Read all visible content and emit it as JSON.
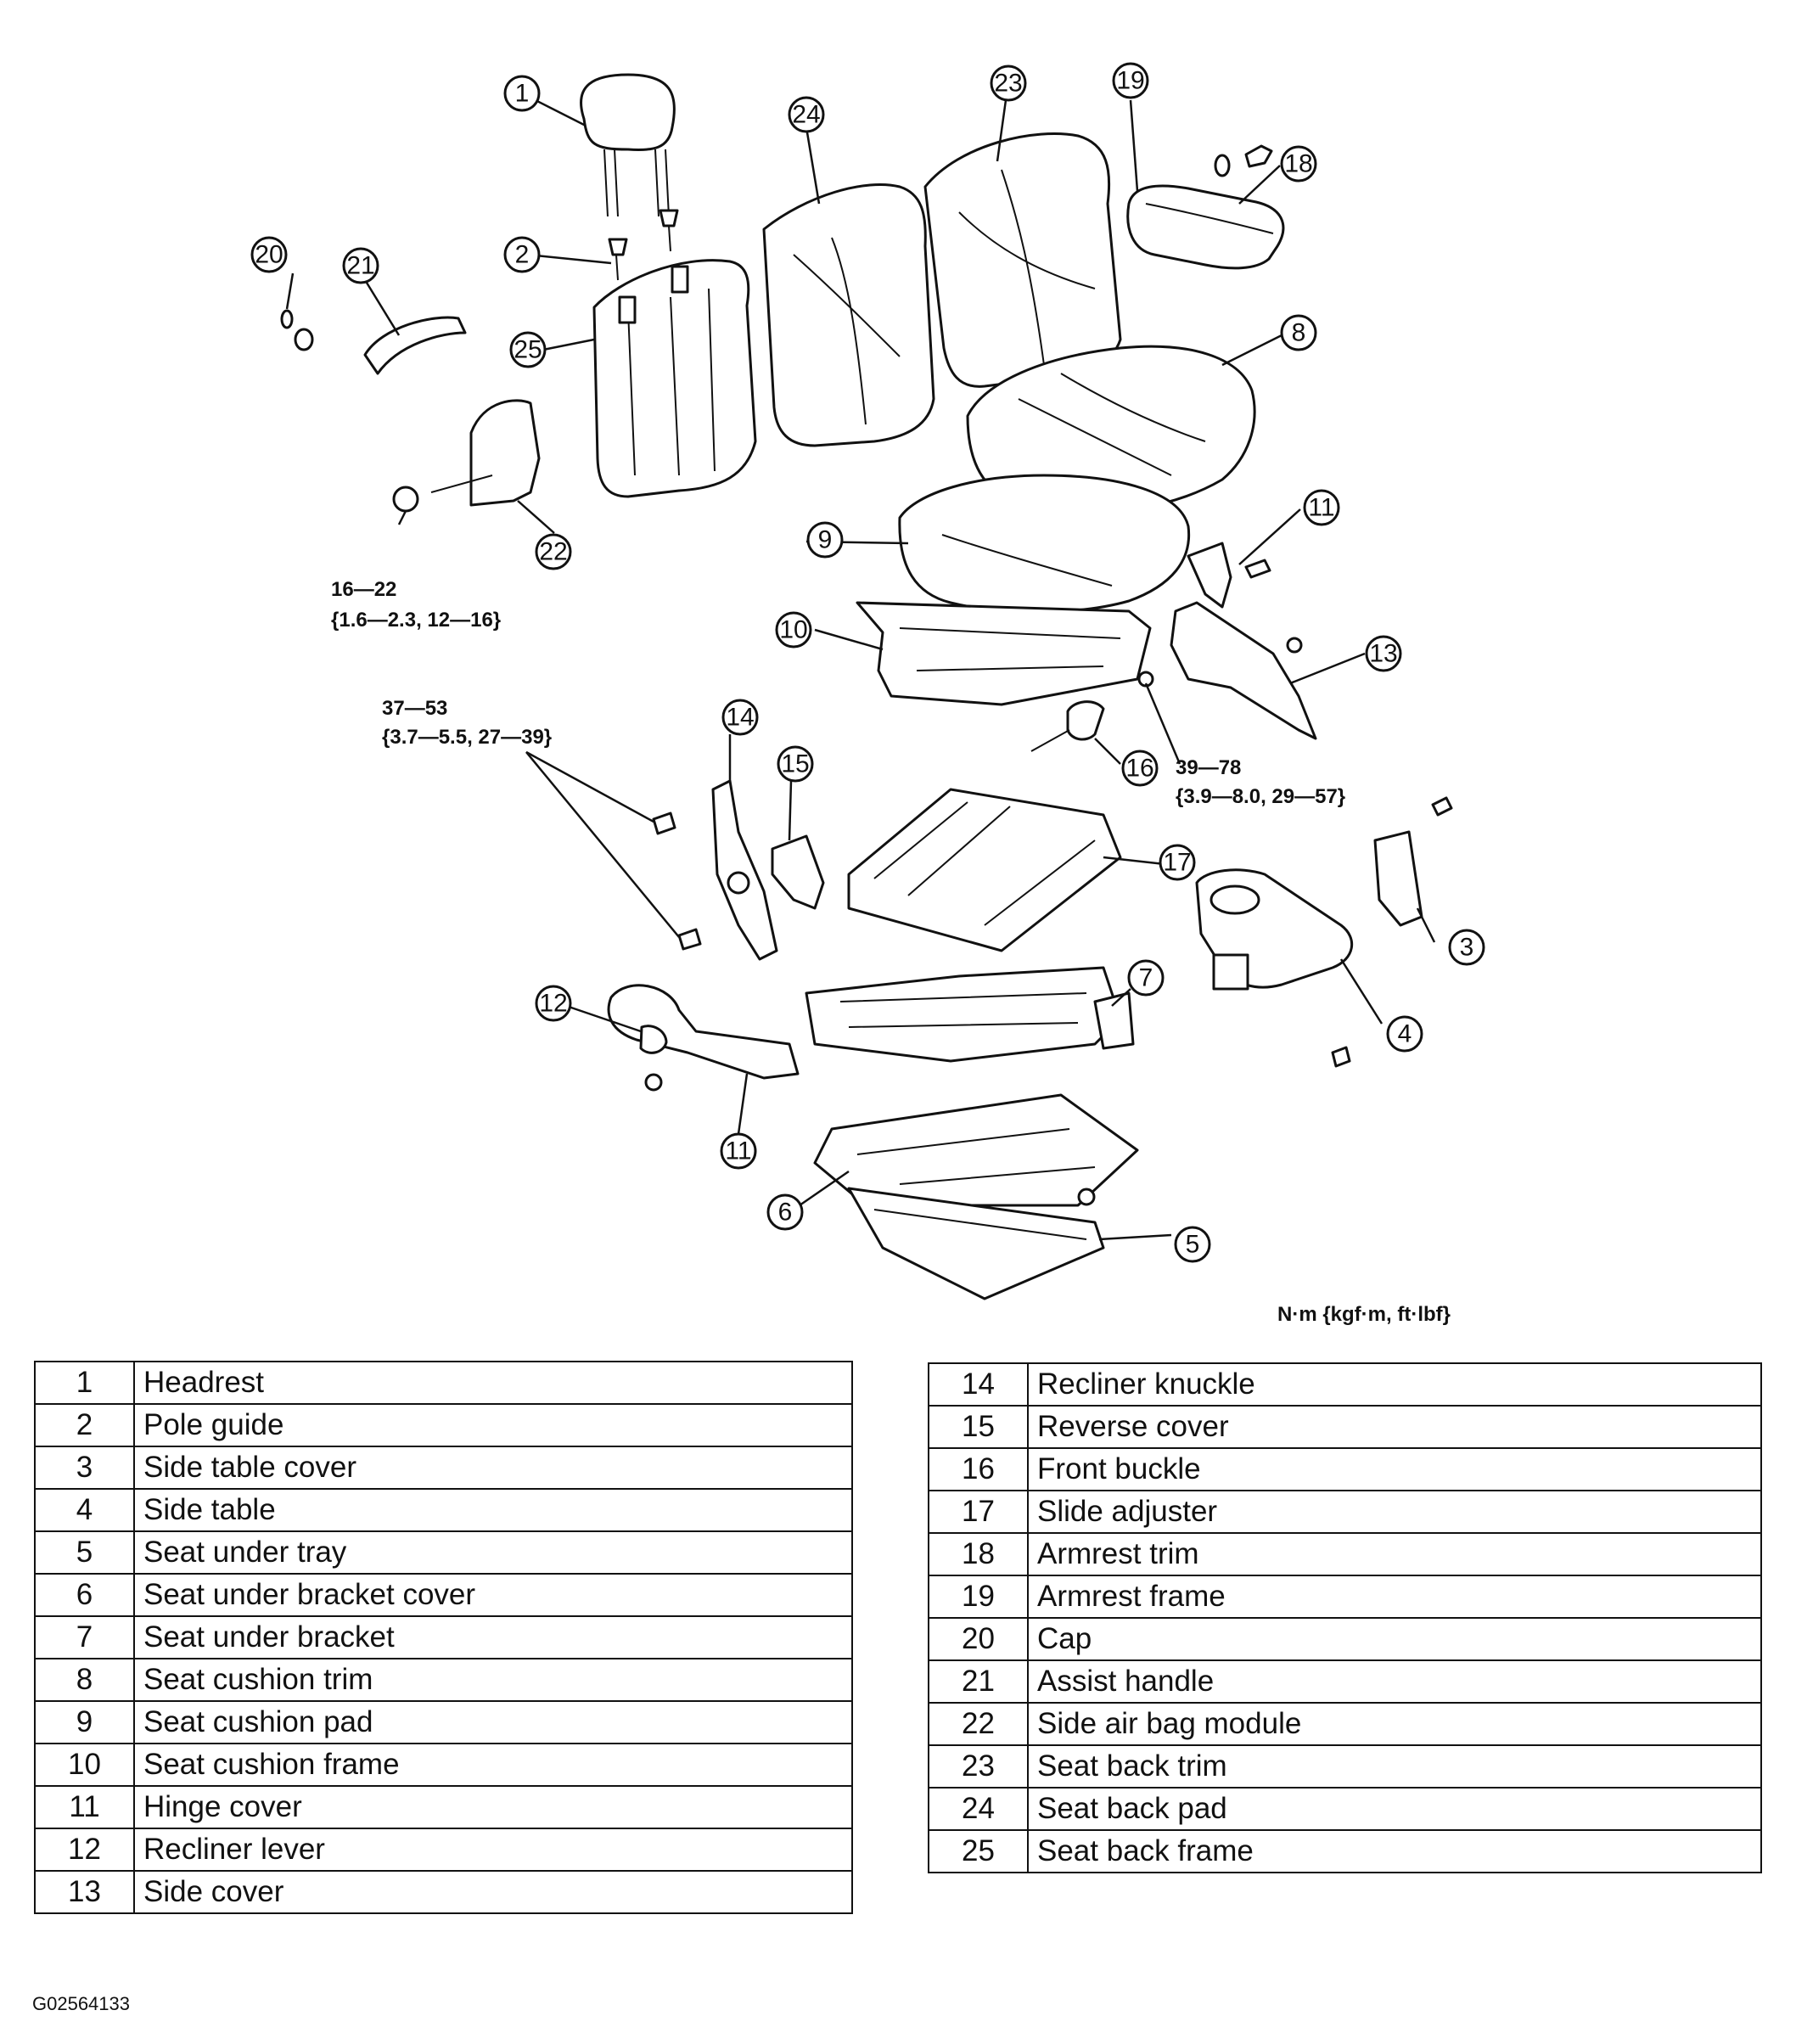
{
  "callouts": [
    "1",
    "2",
    "3",
    "4",
    "5",
    "6",
    "7",
    "8",
    "9",
    "10",
    "11",
    "11",
    "12",
    "13",
    "14",
    "15",
    "16",
    "17",
    "18",
    "19",
    "20",
    "21",
    "22",
    "23",
    "24",
    "25"
  ],
  "torques": [
    {
      "line1": "16—22",
      "line2": "{1.6—2.3, 12—16}"
    },
    {
      "line1": "37—53",
      "line2": "{3.7—5.5, 27—39}"
    },
    {
      "line1": "39—78",
      "line2": "{3.9—8.0, 29—57}"
    }
  ],
  "units_label": "N·m {kgf·m, ft·lbf}",
  "parts_left": [
    {
      "num": "1",
      "name": "Headrest"
    },
    {
      "num": "2",
      "name": "Pole guide"
    },
    {
      "num": "3",
      "name": "Side table cover"
    },
    {
      "num": "4",
      "name": "Side table"
    },
    {
      "num": "5",
      "name": "Seat under tray"
    },
    {
      "num": "6",
      "name": "Seat under bracket cover"
    },
    {
      "num": "7",
      "name": "Seat under bracket"
    },
    {
      "num": "8",
      "name": "Seat cushion trim"
    },
    {
      "num": "9",
      "name": "Seat cushion pad"
    },
    {
      "num": "10",
      "name": "Seat cushion frame"
    },
    {
      "num": "11",
      "name": "Hinge cover"
    },
    {
      "num": "12",
      "name": "Recliner lever"
    },
    {
      "num": "13",
      "name": "Side cover"
    }
  ],
  "parts_right": [
    {
      "num": "14",
      "name": "Recliner knuckle"
    },
    {
      "num": "15",
      "name": "Reverse cover"
    },
    {
      "num": "16",
      "name": "Front buckle"
    },
    {
      "num": "17",
      "name": "Slide adjuster"
    },
    {
      "num": "18",
      "name": "Armrest trim"
    },
    {
      "num": "19",
      "name": "Armrest frame"
    },
    {
      "num": "20",
      "name": "Cap"
    },
    {
      "num": "21",
      "name": "Assist handle"
    },
    {
      "num": "22",
      "name": "Side air bag module"
    },
    {
      "num": "23",
      "name": "Seat back trim"
    },
    {
      "num": "24",
      "name": "Seat back pad"
    },
    {
      "num": "25",
      "name": "Seat back frame"
    }
  ],
  "figure_code": "G02564133"
}
